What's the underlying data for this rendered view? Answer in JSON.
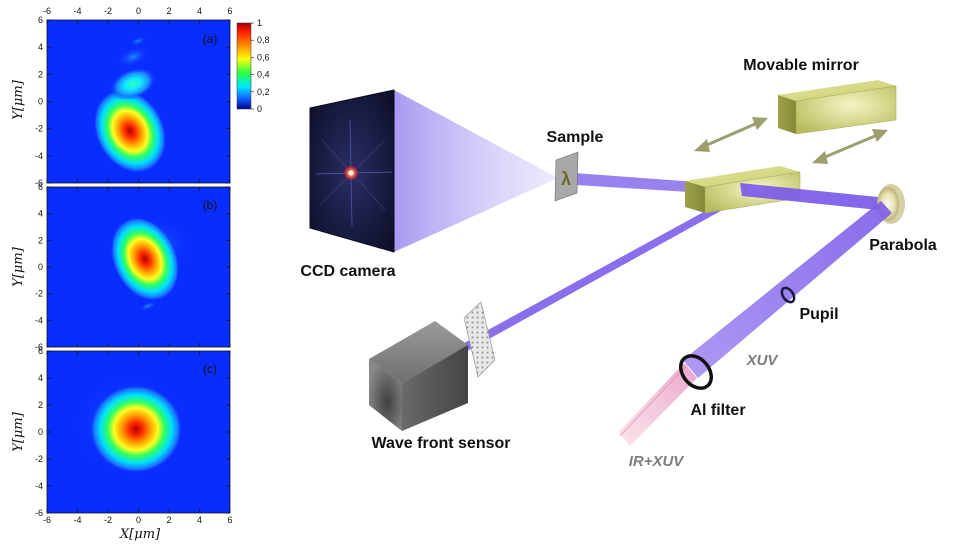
{
  "figure": {
    "panels": [
      {
        "tag": "(a)",
        "ylabel_var": "Y",
        "ylabel_unit": "[μm]"
      },
      {
        "tag": "(b)",
        "ylabel_var": "Y",
        "ylabel_unit": "[μm]"
      },
      {
        "tag": "(c)",
        "ylabel_var": "Y",
        "ylabel_unit": "[μm]"
      }
    ],
    "x_ticks": [
      "-6",
      "-4",
      "-2",
      "0",
      "2",
      "4",
      "6"
    ],
    "y_ticks": [
      "6",
      "4",
      "2",
      "0",
      "-2",
      "-4",
      "-6"
    ],
    "xlabel_var": "X",
    "xlabel_unit": "[μm]",
    "colorbar_ticks": [
      "1",
      "0,8",
      "0,6",
      "0,4",
      "0,2",
      "0"
    ]
  },
  "setup": {
    "labels": {
      "movable_mirror": "Movable mirror",
      "sample": "Sample",
      "ccd_camera": "CCD camera",
      "parabola": "Parabola",
      "pupil": "Pupil",
      "xuv": "XUV",
      "al_filter": "Al filter",
      "wave_front_sensor": "Wave front sensor",
      "ir_xuv": "IR+XUV"
    },
    "sample_glyph": "λ"
  },
  "colors": {
    "plot_background": "#0a2dff",
    "beam": "#8a6cf0",
    "mirror": "#c8cb6a",
    "arrow": "#9c9e6e",
    "label_grey": "#7d7d7d"
  }
}
